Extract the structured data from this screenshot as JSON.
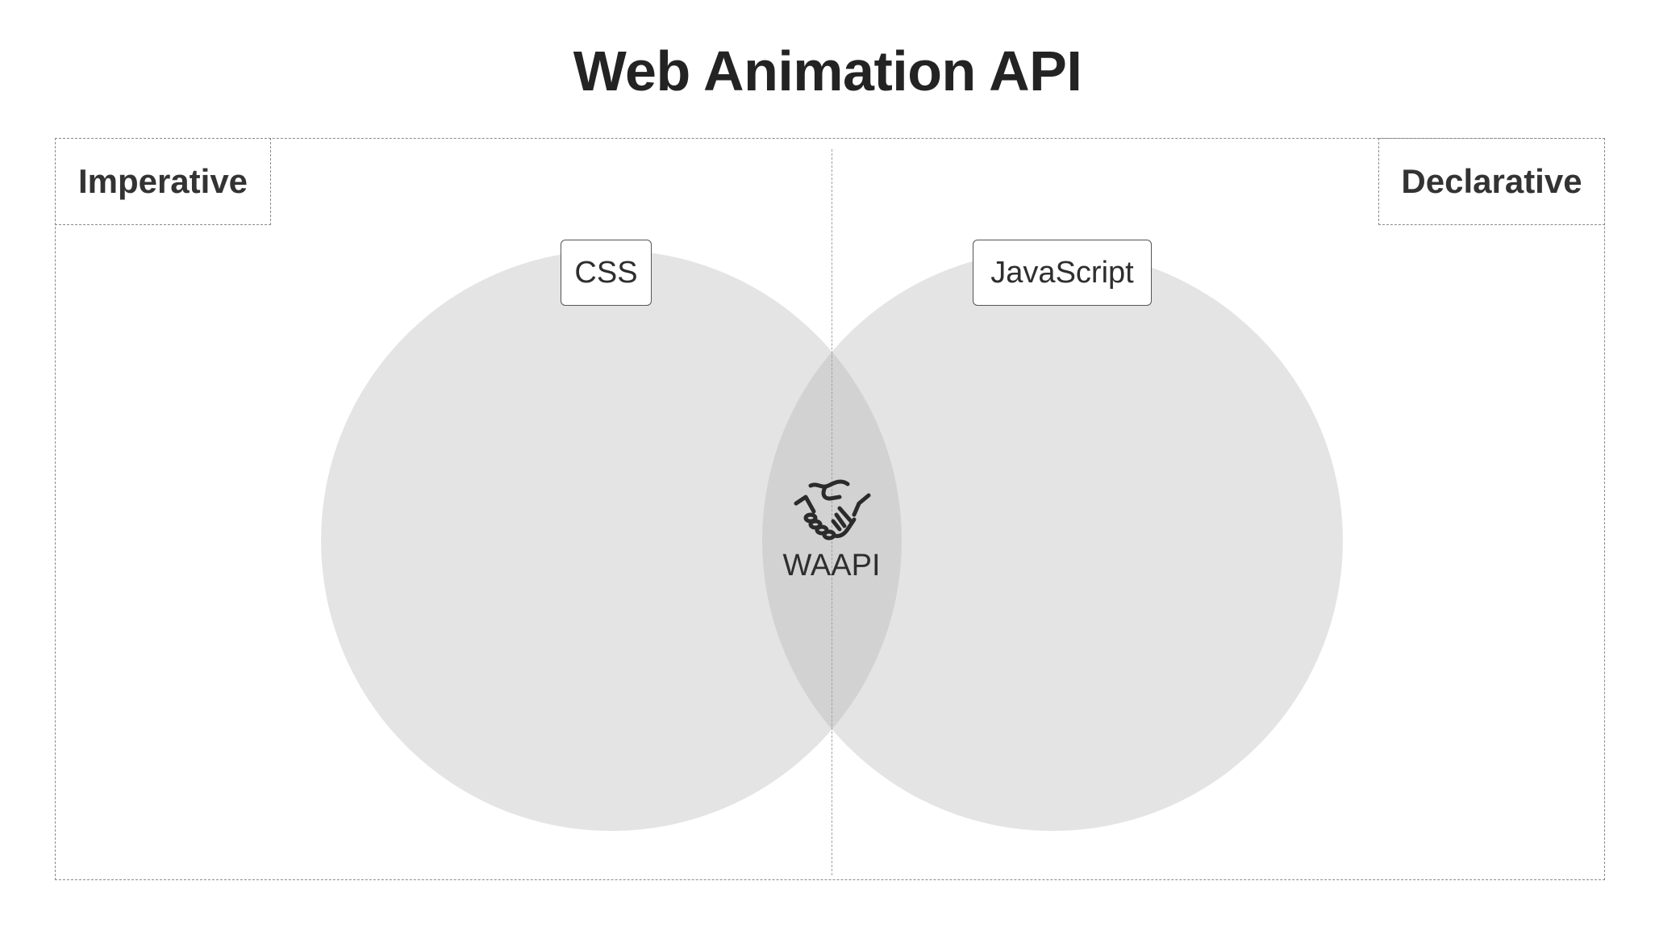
{
  "title": "Web Animation API",
  "corners": {
    "left": "Imperative",
    "right": "Declarative"
  },
  "sets": {
    "left": "CSS",
    "right": "JavaScript"
  },
  "intersection": {
    "label": "WAAPI",
    "icon": "handshake-icon"
  },
  "colors": {
    "circle_fill": "#e4e4e4",
    "overlap_fill": "#d2d2d2",
    "text": "#2b2b2b"
  }
}
